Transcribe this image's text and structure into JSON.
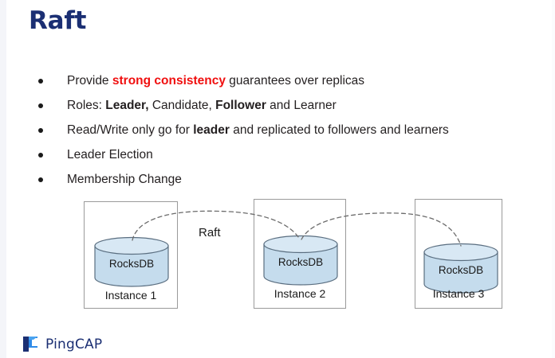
{
  "slide": {
    "title": "Raft",
    "title_color": "#1b2f73",
    "background": "#ffffff"
  },
  "bullets": [
    {
      "id": "strong-consistency",
      "parts": [
        {
          "text": "Provide ",
          "style": "normal"
        },
        {
          "text": "strong consistency",
          "style": "red-bold"
        },
        {
          "text": " guarantees over replicas",
          "style": "normal"
        }
      ]
    },
    {
      "id": "roles",
      "parts": [
        {
          "text": "Roles: ",
          "style": "normal"
        },
        {
          "text": "Leader,",
          "style": "bold"
        },
        {
          "text": " Candidate, ",
          "style": "normal"
        },
        {
          "text": "Follower",
          "style": "bold"
        },
        {
          "text": " and Learner",
          "style": "normal"
        }
      ]
    },
    {
      "id": "read-write",
      "parts": [
        {
          "text": "Read/Write only go for ",
          "style": "normal"
        },
        {
          "text": "leader",
          "style": "bold"
        },
        {
          "text": " and replicated to followers and learners",
          "style": "normal"
        }
      ]
    },
    {
      "id": "leader-election",
      "parts": [
        {
          "text": "Leader Election",
          "style": "normal"
        }
      ]
    },
    {
      "id": "membership-change",
      "parts": [
        {
          "text": "Membership Change",
          "style": "normal"
        }
      ]
    }
  ],
  "diagram": {
    "connection_label": "Raft",
    "db_label": "RocksDB",
    "cylinder_fill": "#c5dced",
    "cylinder_stroke": "#5a6e80",
    "box_stroke": "#9a9a9a",
    "arc_stroke": "#6b6b6b",
    "instances": [
      {
        "id": "instance-1",
        "label": "Instance 1",
        "db": "RocksDB"
      },
      {
        "id": "instance-2",
        "label": "Instance 2",
        "db": "RocksDB"
      },
      {
        "id": "instance-3",
        "label": "Instance 3",
        "db": "RocksDB"
      }
    ]
  },
  "footer": {
    "brand": "PingCAP",
    "brand_color": "#1b2f73",
    "mark_dark": "#1b2f73",
    "mark_light": "#2f8be8"
  }
}
